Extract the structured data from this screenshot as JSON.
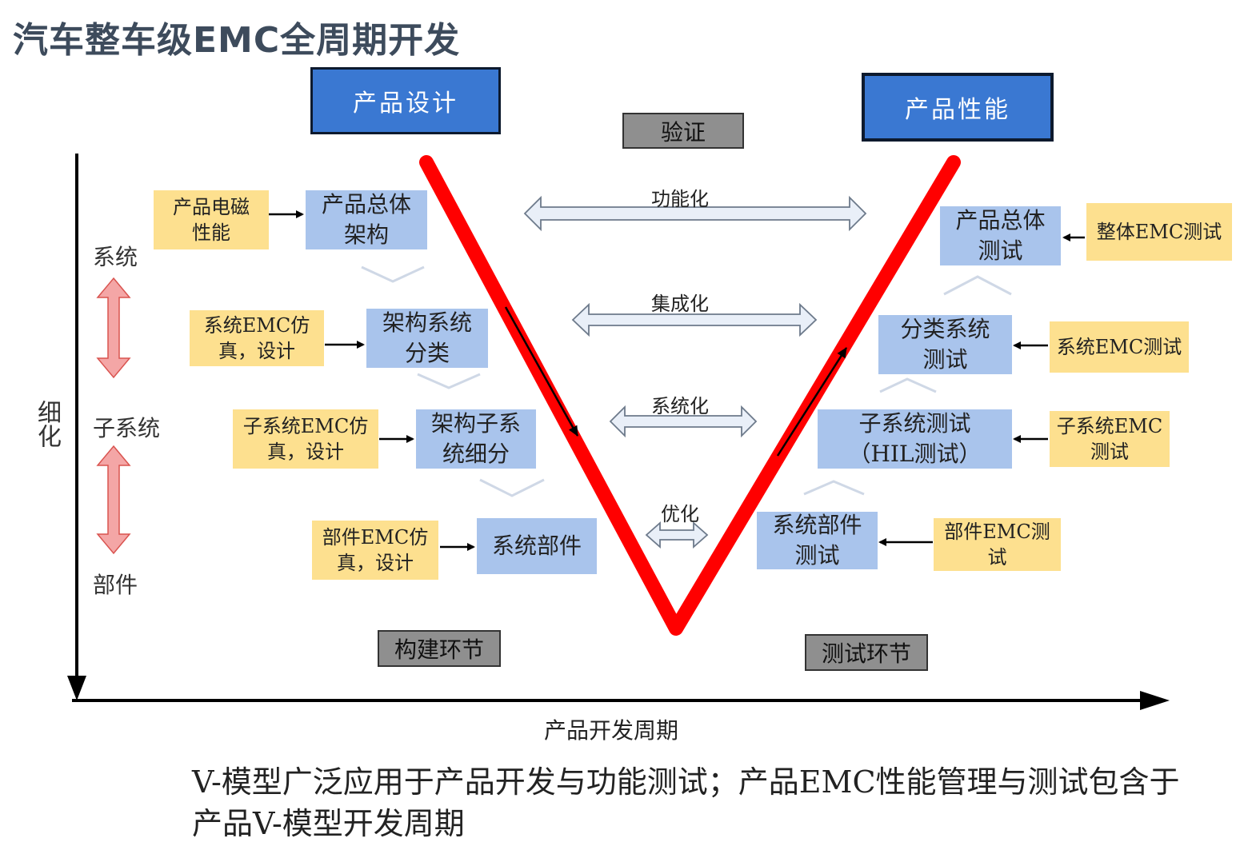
{
  "title": "汽车整车级EMC全周期开发",
  "headers": {
    "design": "产品设计",
    "verify": "验证",
    "performance": "产品性能"
  },
  "axes": {
    "y_label": "细化",
    "x_label": "产品开发周期"
  },
  "levels": {
    "system": "系统",
    "subsystem": "子系统",
    "part": "部件"
  },
  "processes": {
    "functional": "功能化",
    "integration": "集成化",
    "systemization": "系统化",
    "optimization": "优化"
  },
  "phases": {
    "build": "构建环节",
    "test": "测试环节"
  },
  "left_blocks": [
    {
      "yellow": "产品电磁\n性能",
      "blue": "产品总体\n架构"
    },
    {
      "yellow": "系统EMC仿\n真，设计",
      "blue": "架构系统\n分类"
    },
    {
      "yellow": "子系统EMC仿\n真，设计",
      "blue": "架构子系\n统细分"
    },
    {
      "yellow": "部件EMC仿\n真，设计",
      "blue": "系统部件"
    }
  ],
  "right_blocks": [
    {
      "blue": "产品总体\n测试",
      "yellow": "整体EMC测试"
    },
    {
      "blue": "分类系统\n测试",
      "yellow": "系统EMC测试"
    },
    {
      "blue": "子系统测试\n（HIL测试）",
      "yellow": "子系统EMC\n测试"
    },
    {
      "blue": "系统部件\n测试",
      "yellow": "部件EMC测\n试"
    }
  ],
  "caption": "V-模型广泛应用于产品开发与功能测试；产品EMC性能管理与测试包含于产品V-模型开发周期",
  "colors": {
    "v_line": "#ff0000",
    "header_blue": "#3a78d2",
    "block_blue": "#a9c4ec",
    "block_yellow": "#fde08f",
    "phase_gray": "#8f8f8f",
    "pink_arrow": "#f4a6a6"
  }
}
